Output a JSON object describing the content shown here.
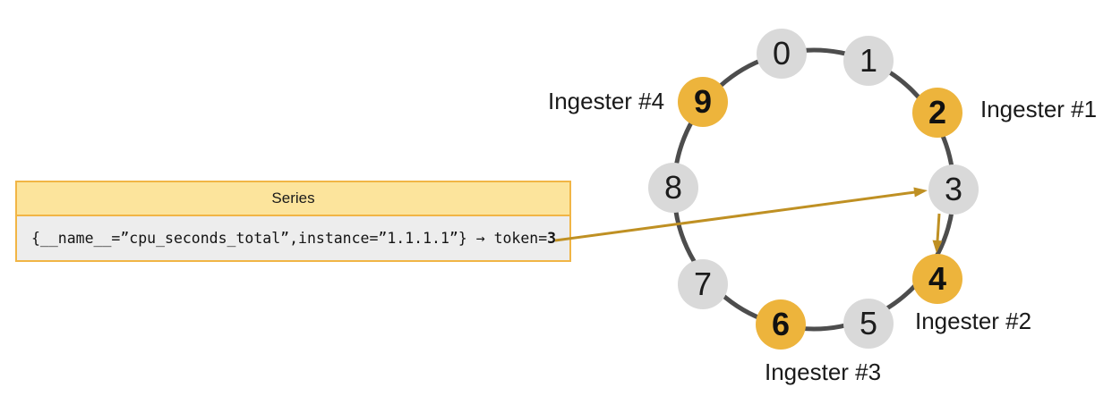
{
  "series_box": {
    "title": "Series",
    "selector": "{__name__=”cpu_seconds_total”,instance=”1.1.1.1”}",
    "mapping": " → token=",
    "token_value": "3"
  },
  "ring": {
    "nodes": [
      {
        "value": "0",
        "state": "unowned"
      },
      {
        "value": "1",
        "state": "unowned"
      },
      {
        "value": "2",
        "state": "ingester-token",
        "owner": "Ingester #1"
      },
      {
        "value": "3",
        "state": "unowned"
      },
      {
        "value": "4",
        "state": "ingester-token",
        "owner": "Ingester #2"
      },
      {
        "value": "5",
        "state": "unowned"
      },
      {
        "value": "6",
        "state": "ingester-token",
        "owner": "Ingester #3"
      },
      {
        "value": "7",
        "state": "unowned"
      },
      {
        "value": "8",
        "state": "unowned"
      },
      {
        "value": "9",
        "state": "ingester-token",
        "owner": "Ingester #4"
      }
    ]
  },
  "arrows": [
    {
      "name": "series-to-token",
      "from": "series token=3",
      "to": "ring node 3"
    },
    {
      "name": "token-to-next-ingester",
      "from": "ring node 3",
      "to": "ring node 4 (Ingester #2)"
    }
  ],
  "colors": {
    "ring_stroke": "#4d4d4d",
    "node_gray": "#d9d9d9",
    "node_orange": "#edb43c",
    "arrow_gold": "#bf9023",
    "box_border": "#f1b545",
    "box_header_fill": "#fce49c",
    "box_body_fill": "#ededed",
    "text": "#1a1a1a"
  }
}
